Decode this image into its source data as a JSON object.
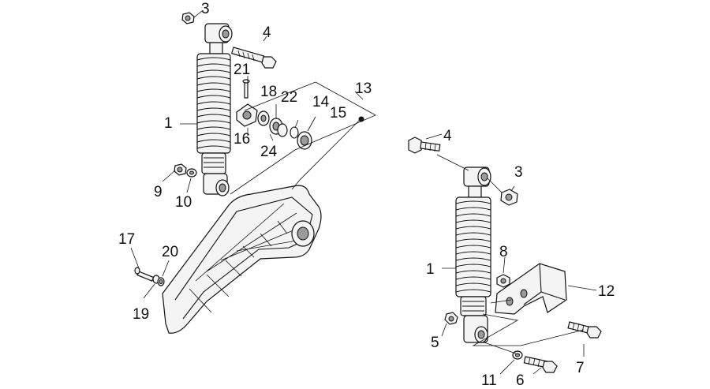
{
  "callouts": {
    "l3": "3",
    "l4": "4",
    "l21": "21",
    "l13": "13",
    "l18": "18",
    "l22": "22",
    "l14": "14",
    "l15": "15",
    "l1": "1",
    "l16": "16",
    "l24": "24",
    "l9": "9",
    "l10": "10",
    "l17": "17",
    "l20": "20",
    "l19": "19",
    "r4": "4",
    "r3": "3",
    "r8": "8",
    "r1": "1",
    "r12": "12",
    "r5": "5",
    "r7": "7",
    "r11": "11",
    "r6": "6"
  }
}
